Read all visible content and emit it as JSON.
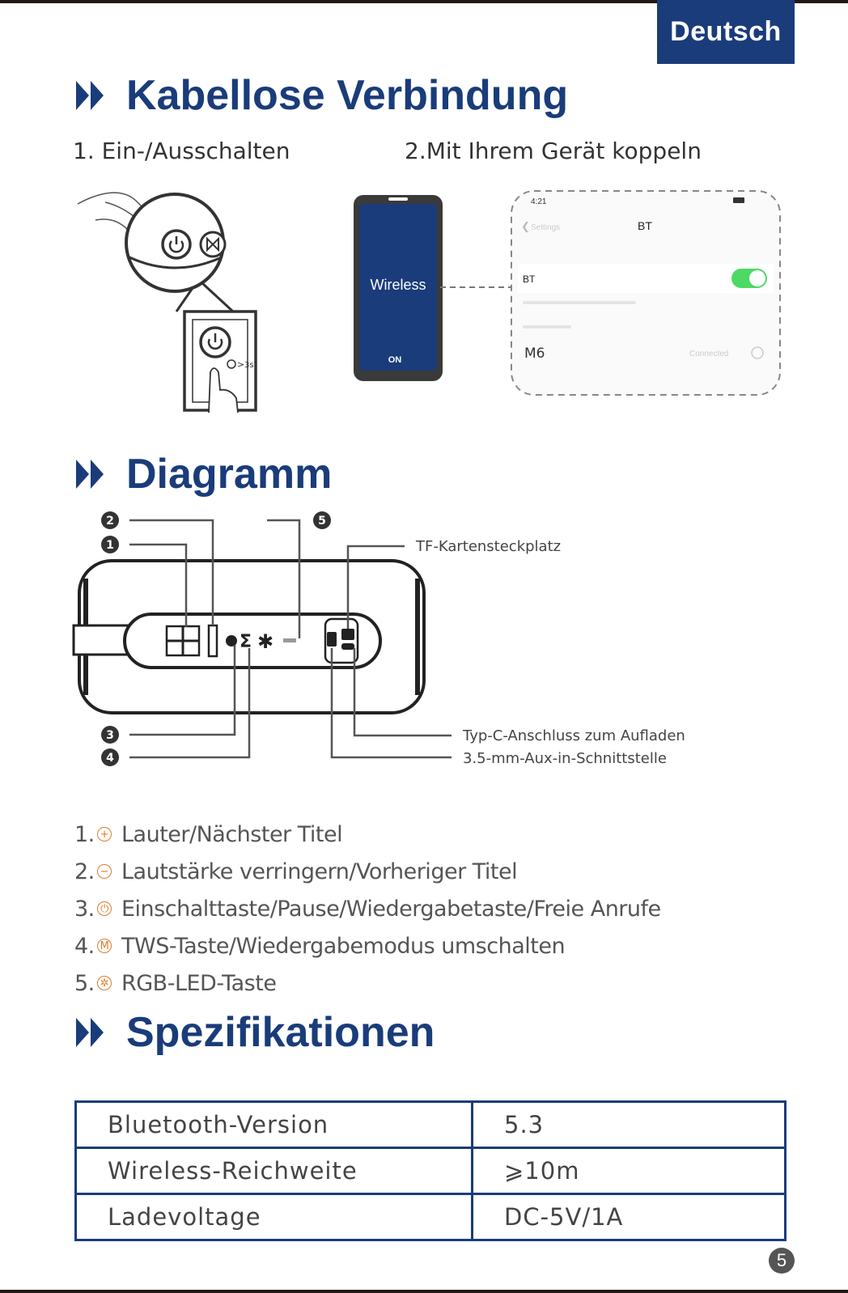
{
  "language_tab": "Deutsch",
  "sections": {
    "wireless": {
      "title": "Kabellose Verbindung",
      "step1": "1. Ein-/Ausschalten",
      "step2": "2.Mit Ihrem Gerät koppeln",
      "hold_hint": "3s",
      "phone": {
        "label": "Wireless",
        "status": "ON"
      },
      "settings": {
        "time": "4:21",
        "back_label": "Settings",
        "header": "BT",
        "toggle_label": "BT",
        "device_name": "M6",
        "device_status": "Connected"
      }
    },
    "diagram": {
      "title": "Diagramm",
      "callouts": [
        "1",
        "2",
        "3",
        "4",
        "5"
      ],
      "labels": {
        "tf": "TF-Kartensteckplatz",
        "typec": "Typ-C-Anschluss zum Aufladen",
        "aux": "3.5-mm-Aux-in-Schnittstelle"
      },
      "functions": [
        {
          "num": "1.",
          "icon": "plus-icon",
          "glyph": "+",
          "text": "Lauter/Nächster Titel"
        },
        {
          "num": "2.",
          "icon": "minus-icon",
          "glyph": "−",
          "text": "Lautstärke verringern/Vorheriger Titel"
        },
        {
          "num": "3.",
          "icon": "power-icon",
          "glyph": "⏻",
          "text": "Einschalttaste/Pause/Wiedergabetaste/Freie Anrufe"
        },
        {
          "num": "4.",
          "icon": "mode-icon",
          "glyph": "M",
          "text": "TWS-Taste/Wiedergabemodus umschalten"
        },
        {
          "num": "5.",
          "icon": "rgb-led-icon",
          "glyph": "✲",
          "text": "RGB-LED-Taste"
        }
      ]
    },
    "specs": {
      "title": "Spezifikationen",
      "rows": [
        {
          "key": "Bluetooth-Version",
          "value": "5.3"
        },
        {
          "key": "Wireless-Reichweite",
          "value": "⩾10m"
        },
        {
          "key": "Ladevoltage",
          "value": "DC-5V/1A"
        }
      ]
    }
  },
  "page_number": "5",
  "colors": {
    "brand_blue": "#1a3c7a",
    "toggle_green": "#4cd964",
    "icon_orange": "#e07b2a"
  }
}
